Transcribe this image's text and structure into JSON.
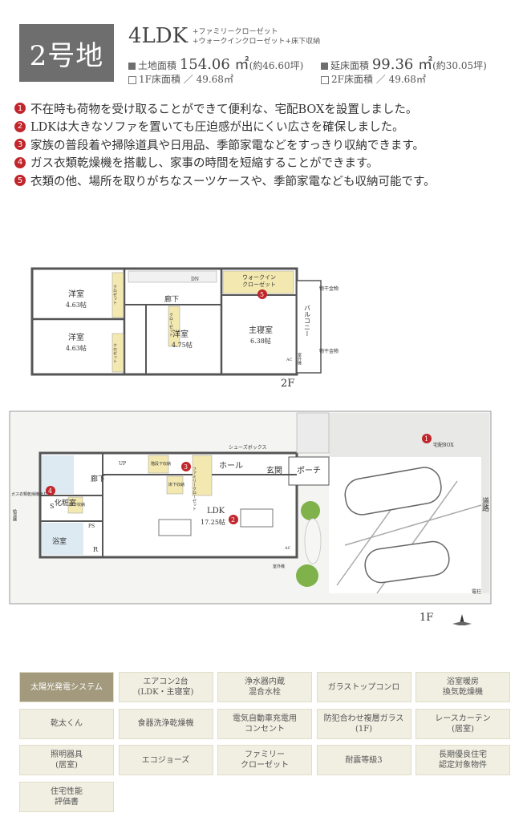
{
  "header": {
    "lot": "2号地",
    "plan_type": "4LDK",
    "extras": [
      "+ファミリークローゼット",
      "+ウォークインクローゼット+床下収納"
    ],
    "land_area_label": "土地面積",
    "land_area_value": "154.06 ㎡",
    "land_area_tsubo": "(約46.60坪)",
    "floor_area_label": "延床面積",
    "floor_area_value": "99.36 ㎡",
    "floor_area_tsubo": "(約30.05坪)",
    "floor1": "1F床面積 ／ 49.68㎡",
    "floor2": "2F床面積 ／ 49.68㎡"
  },
  "features": [
    {
      "num": "1",
      "text": "不在時も荷物を受け取ることができて便利な、宅配BOXを設置しました。"
    },
    {
      "num": "2",
      "text": "LDKは大きなソファを置いても圧迫感が出にくい広さを確保しました。"
    },
    {
      "num": "3",
      "text": "家族の普段着や掃除道具や日用品、季節家電などをすっきり収納できます。"
    },
    {
      "num": "4",
      "text": "ガス衣類乾燥機を搭載し、家事の時間を短縮することができます。"
    },
    {
      "num": "5",
      "text": "衣類の他、場所を取りがちなスーツケースや、季節家電なども収納可能です。"
    }
  ],
  "floorplan2": {
    "label": "2F",
    "rooms": {
      "room1": "洋室",
      "room1_size": "4.63帖",
      "room2": "洋室",
      "room2_size": "4.63帖",
      "room3": "洋室",
      "room3_size": "4.75帖",
      "master": "主寝室",
      "master_size": "6.38帖",
      "hall": "廊下",
      "walkin": "ウォークイン",
      "walkin2": "クローゼット",
      "closet_a": "クロゼット",
      "closet_b": "クロゼット",
      "closet_c": "クローゼット",
      "dn": "DN",
      "balcony": "バルコニー",
      "ac": "AC",
      "outdoor": "室外機",
      "hanger1": "物干金物",
      "hanger2": "物干金物"
    }
  },
  "floorplan1": {
    "label": "1F",
    "rooms": {
      "ldk": "LDK",
      "ldk_size": "17.25帖",
      "hall": "ホール",
      "entrance": "玄関",
      "porch": "ポーチ",
      "corridor": "廊下",
      "up": "UP",
      "washroom": "化粧室",
      "bath": "浴室",
      "shoes": "シューズボックス",
      "stair_storage": "階段下収納",
      "family_closet": "ファミリークローゼット",
      "underfloor": "床下収納",
      "underfloor2": "床下収納",
      "delivery": "宅配BOX",
      "road": "道路",
      "pole": "電柱",
      "gas_dryer": "ガス衣類乾燥機あり",
      "water_heater": "給湯器",
      "ac": "AC",
      "outdoor": "室外機",
      "ps": "PS",
      "r": "R",
      "s": "S"
    }
  },
  "equipment": [
    {
      "label": "太陽光発電システム",
      "active": true
    },
    {
      "label": "エアコン2台\n(LDK・主寝室)",
      "active": false
    },
    {
      "label": "浄水器内蔵\n混合水栓",
      "active": false
    },
    {
      "label": "ガラストップコンロ",
      "active": false
    },
    {
      "label": "浴室暖房\n換気乾燥機",
      "active": false
    },
    {
      "label": "乾太くん",
      "active": false
    },
    {
      "label": "食器洗浄乾燥機",
      "active": false
    },
    {
      "label": "電気自動車充電用\nコンセント",
      "active": false
    },
    {
      "label": "防犯合わせ複層ガラス\n(1F)",
      "active": false
    },
    {
      "label": "レースカーテン\n(居室)",
      "active": false
    },
    {
      "label": "照明器具\n(居室)",
      "active": false
    },
    {
      "label": "エコジョーズ",
      "active": false
    },
    {
      "label": "ファミリー\nクローゼット",
      "active": false
    },
    {
      "label": "耐震等級3",
      "active": false
    },
    {
      "label": "長期優良住宅\n認定対象物件",
      "active": false
    },
    {
      "label": "住宅性能\n評価書",
      "active": false
    }
  ],
  "colors": {
    "accent": "#c0262b",
    "badge": "#6e6e6e",
    "cell": "#f1efe2",
    "cell_active": "#a39a7e",
    "closet": "#f3e8b0"
  }
}
